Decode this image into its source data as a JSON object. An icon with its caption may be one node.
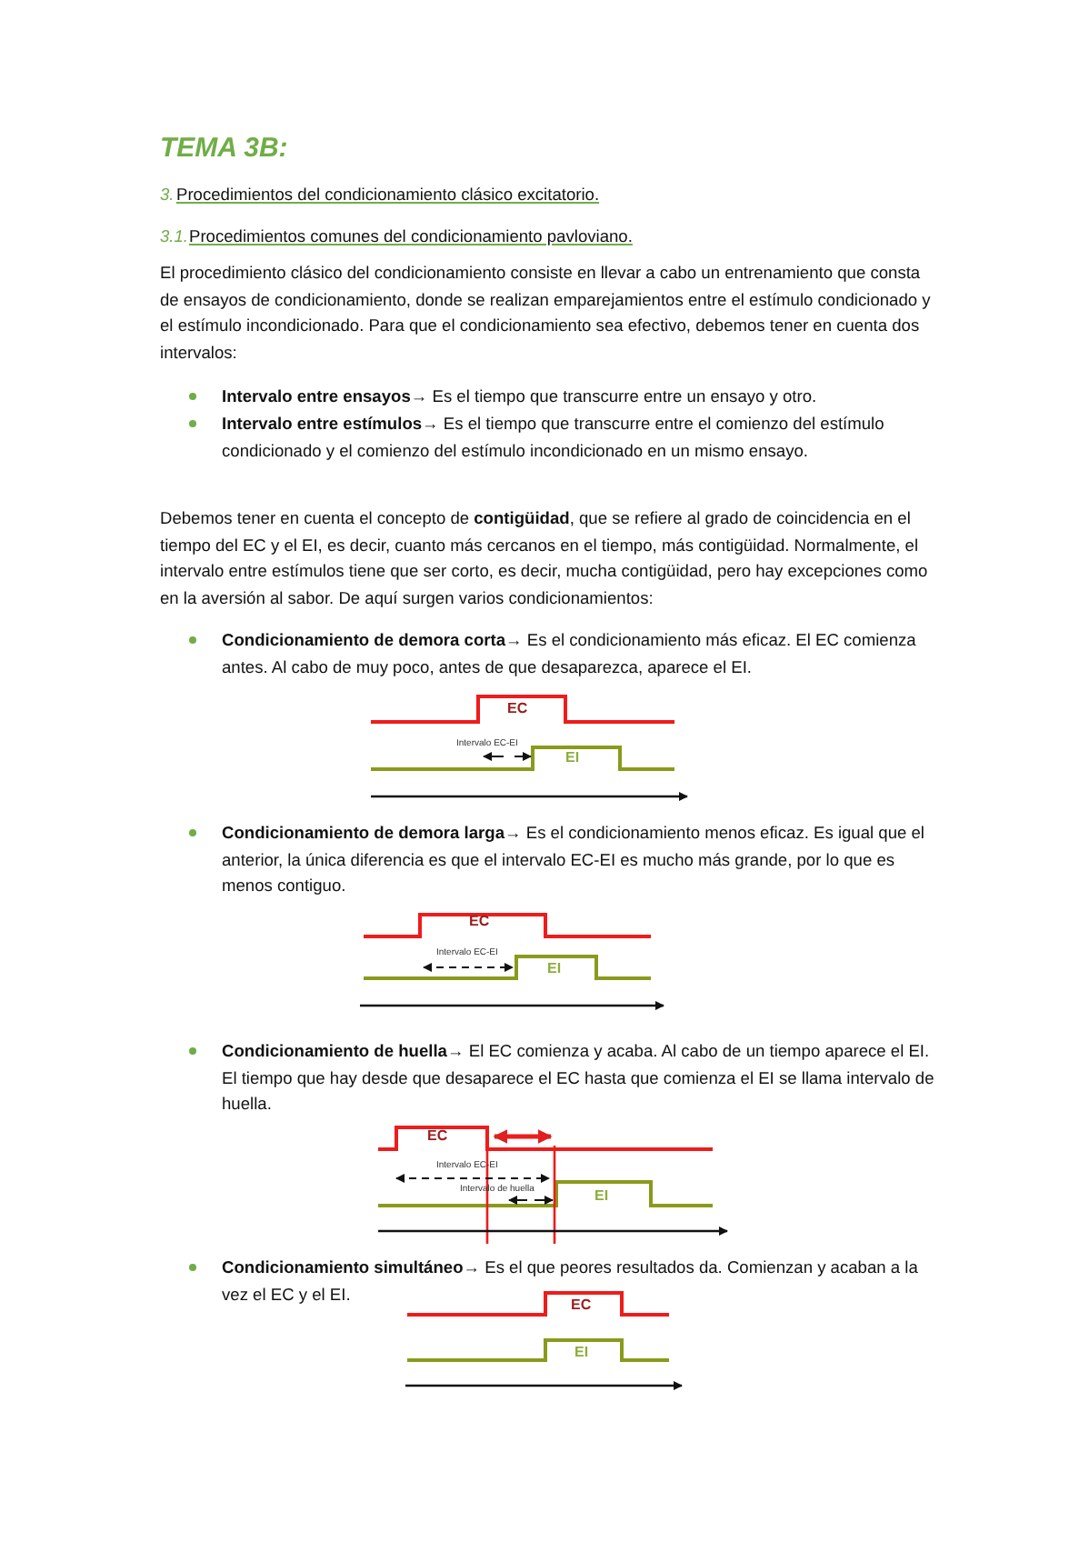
{
  "diagram": {
    "title": "TEMA 3B:",
    "labels": [
      "3.",
      "Procedimientos del condicionamiento clásico excitatorio.",
      "3.1.",
      "Procedimientos comunes del condicionamiento pavloviano.",
      "El procedimiento clásico del condicionamiento consiste en llevar a cabo un entrenamiento que consta de ensayos de condicionamiento, donde se realizan emparejamientos entre el estímulo condicionado y el estímulo incondicionado. Para que el condicionamiento sea efectivo, debemos tener en cuenta dos intervalos:",
      "**Intervalo entre ensayos→** Es el tiempo que transcurre entre un ensayo y otro.",
      "**Intervalo entre estímulos→** Es el tiempo que transcurre entre el comienzo del estímulo condicionado y el comienzo del estímulo incondicionado en un mismo ensayo.",
      "Debemos tener en cuenta el concepto de **contigüidad**, que se refiere al grado de coincidencia en el tiempo del EC y el EI, es decir, cuanto más cercanos en el tiempo, más contigüidad. Normalmente, el intervalo entre estímulos tiene que ser corto, es decir, mucha contigüidad, pero hay excepciones como en la aversión al sabor. De aquí surgen varios condicionamientos:",
      "**Condicionamiento de demora corta→** Es el condicionamiento más eficaz. El EC comienza antes. Al cabo de muy poco, antes de que desaparezca, aparece el EI.",
      "EC",
      "Intervalo EC-EI",
      "EI",
      "**Condicionamiento de demora larga→** Es el condicionamiento menos eficaz. Es igual que el anterior, la única diferencia es que el intervalo EC-EI es mucho más grande, por lo que es menos contiguo.",
      "EC",
      "Intervalo EC-EI",
      "EI",
      "**Condicionamiento de huella→** El EC comienza y acaba. Al cabo de un tiempo aparece el EI. El tiempo que hay desde que desaparece el EC hasta que comienza el EI se llama intervalo de huella.",
      "EC",
      "Intervalo EC-EI",
      "Intervalo de huella",
      "EI",
      "**Condicionamiento simultáneo→** Es el que peores resultados da. Comienzan y acaban a la vez el EC y el EI.",
      "EC",
      "EI"
    ]
  }
}
